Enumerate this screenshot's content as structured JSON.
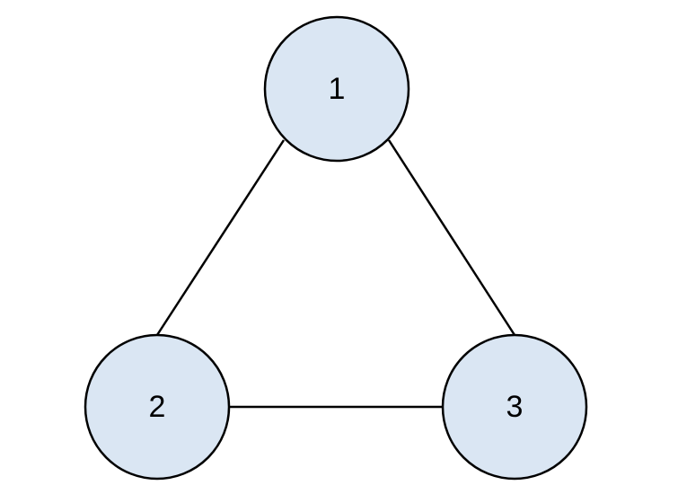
{
  "graph": {
    "node_fill": "#dae6f3",
    "nodes": [
      {
        "id": "n1",
        "label": "1"
      },
      {
        "id": "n2",
        "label": "2"
      },
      {
        "id": "n3",
        "label": "3"
      }
    ],
    "edges": [
      {
        "from": "n1",
        "to": "n2"
      },
      {
        "from": "n1",
        "to": "n3"
      },
      {
        "from": "n2",
        "to": "n3"
      }
    ]
  }
}
